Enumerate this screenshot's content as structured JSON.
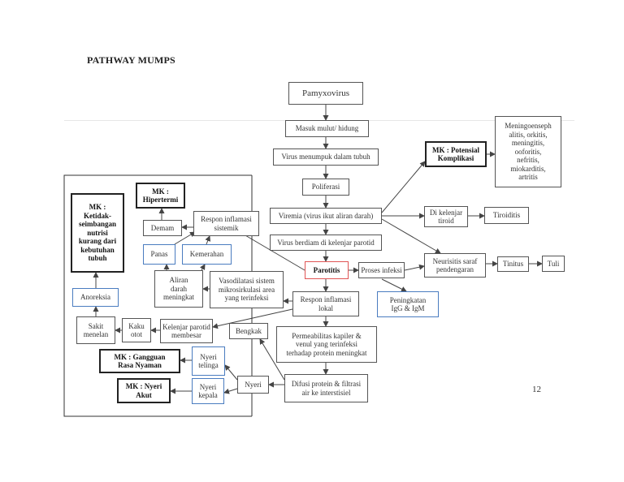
{
  "title": "PATHWAY MUMPS",
  "page_number": "12",
  "nodes": {
    "pamyxovirus": "Pamyxovirus",
    "masuk": "Masuk mulut/ hidung",
    "virus_menumpuk": "Virus menumpuk dalam tubuh",
    "poliferasi": "Poliferasi",
    "viremia": "Viremia (virus ikut aliran darah)",
    "virus_berdiam": "Virus berdiam di kelenjar parotid",
    "parotitis": "Parotitis",
    "proses_infeksi": "Proses infeksi",
    "mk_potensial": "MK : Potensial\nKomplikasi",
    "meningo": "Meningoenseph\nalitis, orkitis,\nmeningitis,\nooforitis,\nnefritis,\nmiokarditis,\nartritis",
    "di_kelenjar_tiroid": "Di kelenjar\ntiroid",
    "tiroiditis": "Tiroiditis",
    "neurisitis": "Neurisitis saraf\npendengaran",
    "tinitus": "Tinitus",
    "tuli": "Tuli",
    "peningkatan": "Peningkatan\nIgG & IgM",
    "respon_lokal": "Respon inflamasi\nlokal",
    "permeabilitas": "Permeabilitas kapiler &\nvenul yang terinfeksi\nterhadap protein meningkat",
    "difusi": "Difusi protein & filtrasi\nair ke interstisiel",
    "bengkak": "Bengkak",
    "nyeri": "Nyeri",
    "nyeri_telinga": "Nyeri\ntelinga",
    "nyeri_kepala": "Nyeri\nkepala",
    "mk_gangguan": "MK : Gangguan\nRasa Nyaman",
    "mk_nyeri": "MK : Nyeri\nAkut",
    "vasodilatasi": "Vasodilatasi sistem\nmikrosirkulasi area\nyang terinfeksi",
    "aliran_darah": "Aliran\ndarah\nmeningkat",
    "respon_sistemik": "Respon inflamasi\nsistemik",
    "mk_hipertermi": "MK :\nHipertermi",
    "demam": "Demam",
    "panas": "Panas",
    "kemerahan": "Kemerahan",
    "kelenjar_parotid": "Kelenjar parotid\nmembesar",
    "kaku_otot": "Kaku\notot",
    "sakit_menelan": "Sakit\nmenelan",
    "anoreksia": "Anoreksia",
    "mk_ketidak": "MK :\nKetidak-\nseimbangan\nnutrisi\nkurang dari\nkebutuhan\ntubuh"
  },
  "colors": {
    "line": "#444444",
    "blue_border": "#4a7cc0",
    "red_border": "#e05555"
  }
}
